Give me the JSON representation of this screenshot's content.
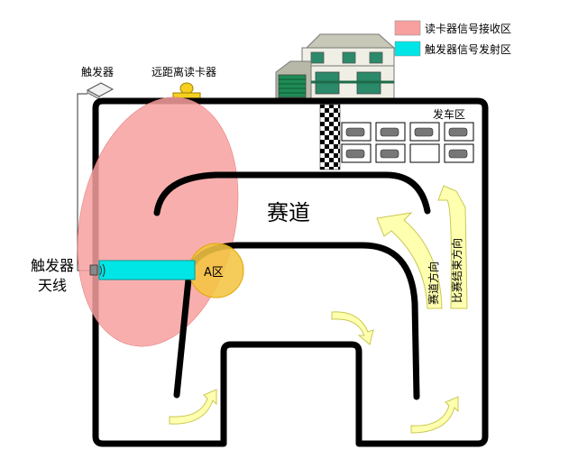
{
  "legend": {
    "items": [
      {
        "label": "读卡器信号接收区",
        "color": "#f8a0a0"
      },
      {
        "label": "触发器信号发射区",
        "color": "#00e5e5"
      }
    ]
  },
  "labels": {
    "trigger": "触发器",
    "long_range_reader": "远距离读卡器",
    "start_area": "发车区",
    "track": "赛道",
    "antenna_line1": "触发器",
    "antenna_line2": "天线",
    "zone_a": "A区",
    "track_direction": "赛道方向",
    "end_direction": "比赛结束方向"
  },
  "colors": {
    "receive_zone": "#f8a0a0",
    "emit_zone": "#00e5e5",
    "zone_a": "#f4c542",
    "arrow_fill": "#ffffb0",
    "arrow_stroke": "#c8c850",
    "track_line": "#000000"
  }
}
